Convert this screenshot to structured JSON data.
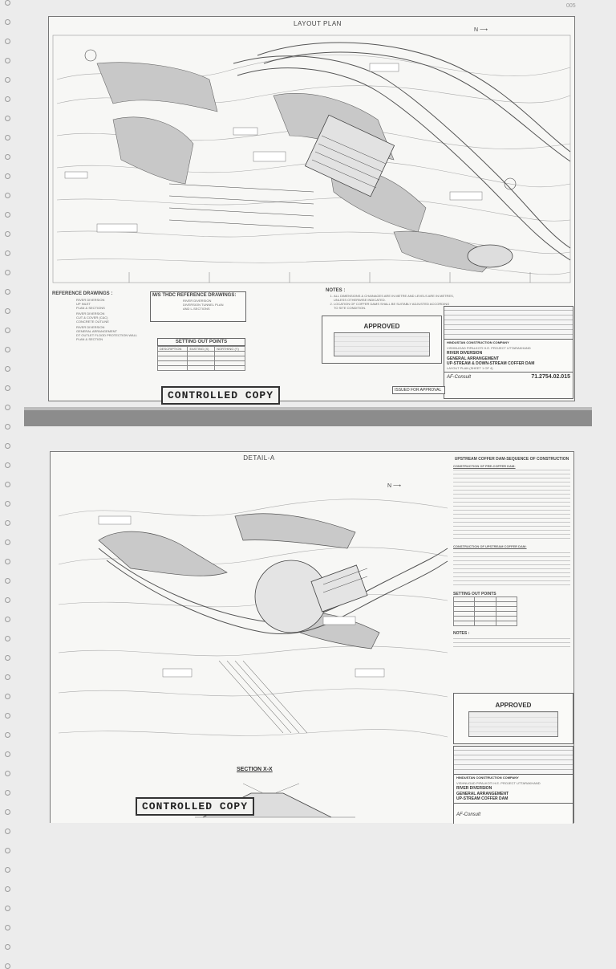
{
  "page_number": "005",
  "sheet1": {
    "title": "LAYOUT PLAN",
    "north_label": "N",
    "reference_title": "REFERENCE DRAWINGS :",
    "reference_items": [
      "RIVER DIVERSION",
      "UP INLET",
      "PLAN & SECTIONS",
      "RIVER DIVERSION",
      "CUT & COVER (C&C)",
      "CONCRETE OUTLINE",
      "RIVER DIVERSION",
      "GENERAL ARRANGEMENT",
      "DT OUTLET FLOOD PROTECTION WALL",
      "PLAN & SECTION"
    ],
    "ms_ref_title": "M/S THDC REFERENCE DRAWINGS:",
    "ms_ref_items": [
      "RIVER DIVERSION",
      "DIVERSION TUNNEL PLAN",
      "AND L-SECTIONS"
    ],
    "setting_out_title": "SETTING OUT POINTS",
    "setting_out_headers": [
      "DESCRIPTION",
      "EASTING (X)",
      "NORTHING (Y)"
    ],
    "notes_title": "NOTES :",
    "notes": [
      "ALL DIMENSIONS & CHAINAGES ARE IN METRE AND LEVELS ARE IN METRES, UNLESS OTHERWISE INDICATED.",
      "LOCATION OF COFFER DAMS SHALL BE SUITABLY ADJUSTED ACCORDING TO SITE CONDITION."
    ],
    "approved": "APPROVED",
    "company": "HINDUSTAN CONSTRUCTION COMPANY",
    "project": "VISHNUGAD PIPALKOTI H.E. PROJECT UTTARAKHAND",
    "drawing_title": [
      "RIVER DIVERSION",
      "GENERAL ARRANGEMENT",
      "UP-STREAM & DOWN-STREAM COFFER DAM"
    ],
    "sheet_label": "LAYOUT PLAN (SHEET 1 OF 4)",
    "consultant": "AF-Consult",
    "drawing_number": "71.2754.02.015",
    "issued": "ISSUED FOR APPROVAL",
    "stamp": "CONTROLLED COPY"
  },
  "sheet2": {
    "title": "DETAIL-A",
    "north_label": "N",
    "sequence_title": "UPSTREAM COFFER DAM-SEQUENCE OF CONSTRUCTION",
    "pre_coffer_title": "CONSTRUCTION OF PRE-COFFER DAM:",
    "upstream_title": "CONSTRUCTION OF UPSTREAM COFFER DAM:",
    "setting_out_title": "SETTING OUT POINTS",
    "notes_title": "NOTES :",
    "approved": "APPROVED",
    "company": "HINDUSTAN CONSTRUCTION COMPANY",
    "project": "VISHNUGAD PIPALKOTI H.E. PROJECT UTTARAKHAND",
    "drawing_title": [
      "RIVER DIVERSION",
      "GENERAL ARRANGEMENT",
      "UP-STREAM COFFER DAM"
    ],
    "section_title": "SECTION X-X",
    "consultant": "AF-Consult",
    "stamp": "CONTROLLED COPY"
  },
  "colors": {
    "paper": "#f7f7f5",
    "ink": "#333333",
    "band": "#8c8c8c"
  }
}
